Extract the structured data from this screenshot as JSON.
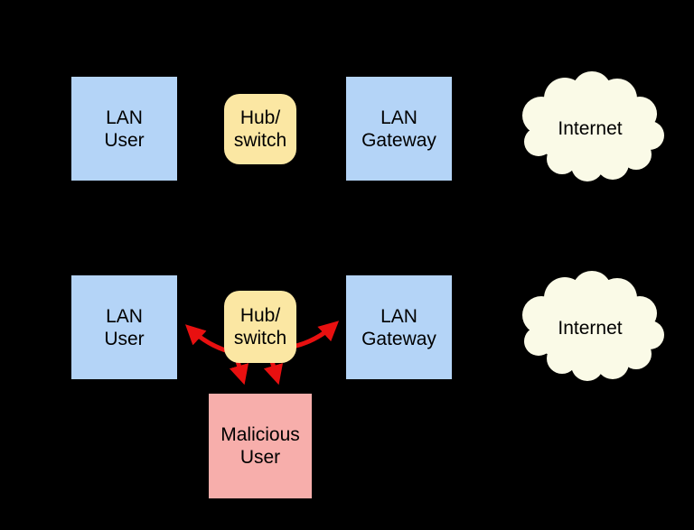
{
  "colors": {
    "background": "#000000",
    "node_blue": "#B4D4F7",
    "node_yellow": "#FBE7A3",
    "node_pink": "#F7AEAB",
    "cloud_cream": "#FAFAE7",
    "arrow_red": "#E81010",
    "text": "#000000"
  },
  "nodes": {
    "row1": {
      "lan_user": "LAN\nUser",
      "hub": "Hub/\nswitch",
      "gateway": "LAN\nGateway",
      "internet": "Internet"
    },
    "row2": {
      "lan_user": "LAN\nUser",
      "hub": "Hub/\nswitch",
      "gateway": "LAN\nGateway",
      "internet": "Internet",
      "malicious": "Malicious\nUser"
    }
  }
}
